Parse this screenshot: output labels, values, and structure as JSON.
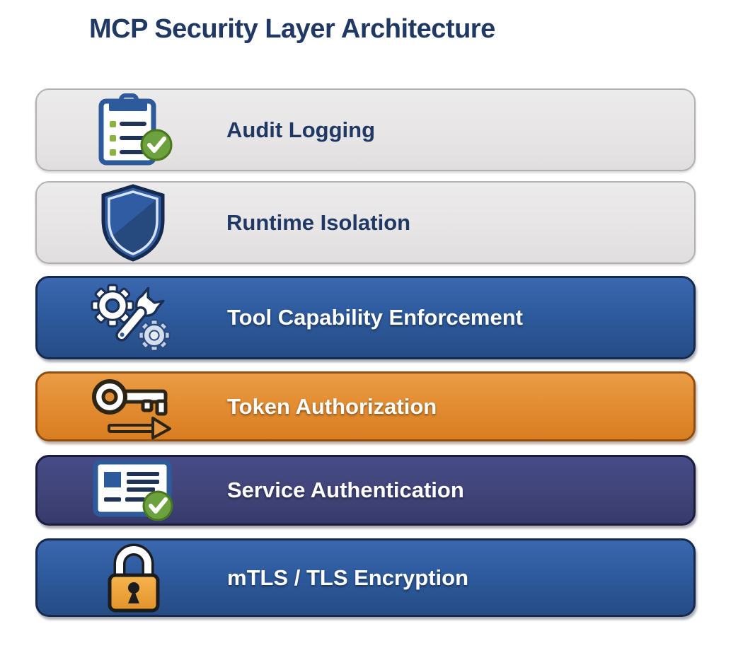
{
  "title": "MCP Security Layer Architecture",
  "layers": [
    {
      "label": "Audit Logging",
      "icon": "clipboard-check-icon",
      "theme": "gray",
      "bar_color": "#e7e5e5"
    },
    {
      "label": "Runtime Isolation",
      "icon": "shield-icon",
      "theme": "gray",
      "bar_color": "#e7e5e5"
    },
    {
      "label": "Tool Capability Enforcement",
      "icon": "gear-wrench-icon",
      "theme": "blue",
      "bar_color": "#2e5b9e"
    },
    {
      "label": "Token Authorization",
      "icon": "key-icon",
      "theme": "orange",
      "bar_color": "#e28c31"
    },
    {
      "label": "Service Authentication",
      "icon": "id-card-check-icon",
      "theme": "indigo",
      "bar_color": "#414579"
    },
    {
      "label": "mTLS / TLS Encryption",
      "icon": "padlock-icon",
      "theme": "blue",
      "bar_color": "#2e5b9e"
    }
  ],
  "colors": {
    "title_text": "#1f3864",
    "navy_text": "#1f3864",
    "white_text": "#ffffff",
    "gray_border": "#b2b0b0",
    "blue_border": "#16294e",
    "orange_border": "#8f4d12",
    "indigo_border": "#1a1b3d",
    "icon_blue": "#2d5a9b",
    "check_green": "#6ca23d",
    "bullet_green": "#8ab43f",
    "lock_orange": "#f0a63e",
    "key_arrow_orange": "#e8953f"
  }
}
